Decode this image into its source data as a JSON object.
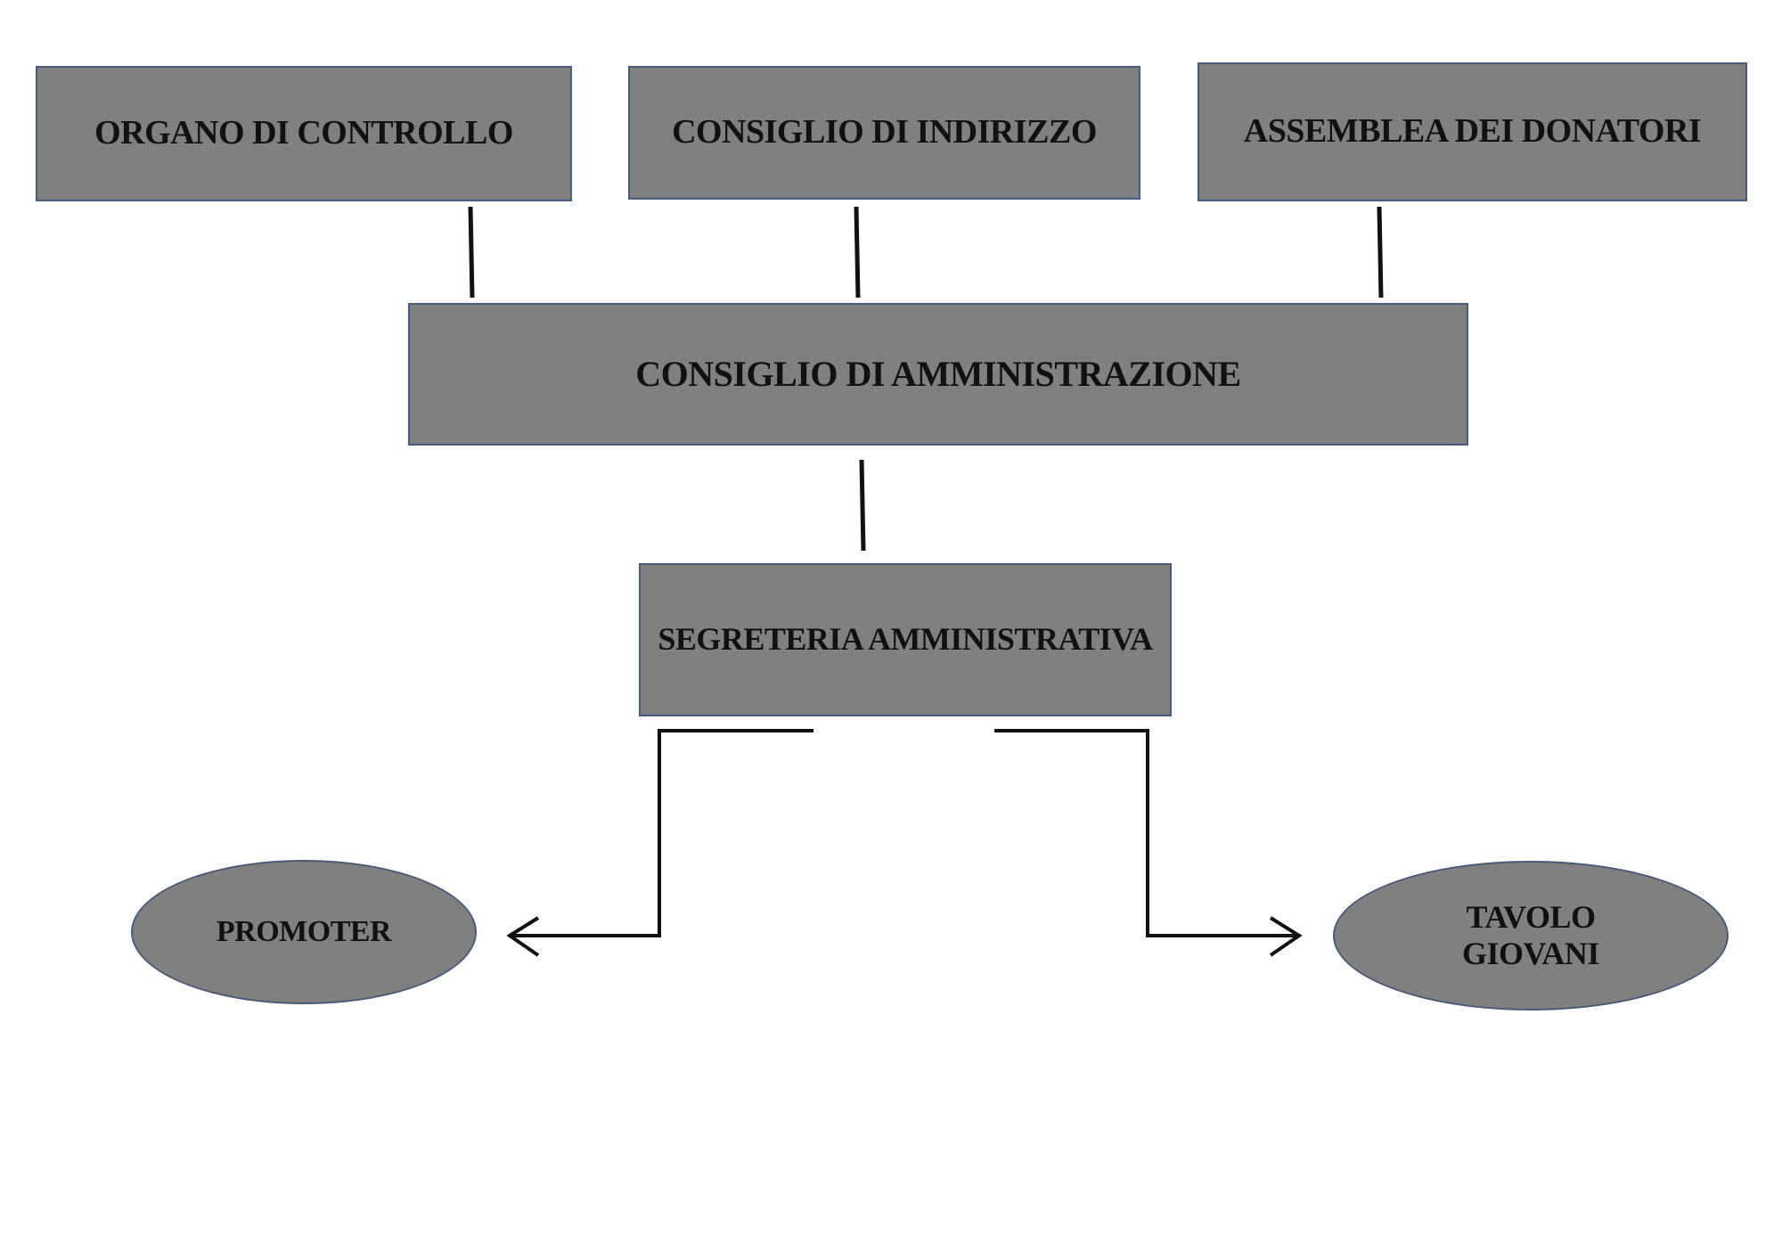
{
  "diagram": {
    "top_boxes": [
      {
        "label": "ORGANO DI CONTROLLO"
      },
      {
        "label": "CONSIGLIO DI INDIRIZZO"
      },
      {
        "label": "ASSEMBLEA DEI DONATORI"
      }
    ],
    "middle_box": {
      "label": "CONSIGLIO DI AMMINISTRAZIONE"
    },
    "lower_box": {
      "label": "SEGRETERIA AMMINISTRATIVA"
    },
    "left_node": {
      "label": "PROMOTER"
    },
    "right_node": {
      "label": "TAVOLO\nGIOVANI"
    }
  },
  "colors": {
    "node_fill": "#808080",
    "node_border": "#4a5a78",
    "connector": "#111111"
  }
}
